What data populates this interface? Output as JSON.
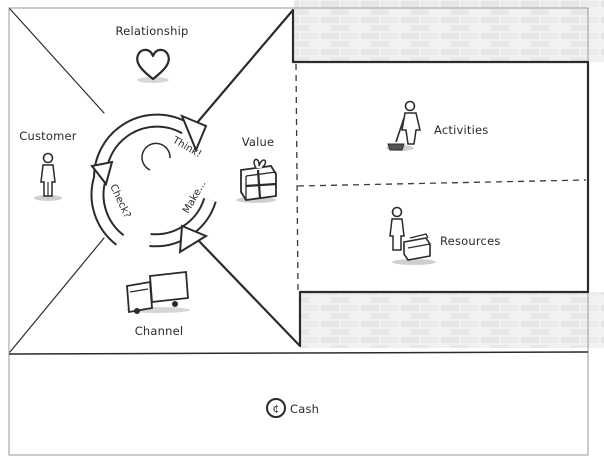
{
  "labels": {
    "relationship": "Relationship",
    "customer": "Customer",
    "value": "Value",
    "activities": "Activities",
    "resources": "Resources",
    "channel": "Channel",
    "cash": "Cash",
    "cash_symbol": "¢"
  },
  "cycle": {
    "think": "Think!",
    "make": "Make...",
    "check": "Check?"
  },
  "icons": {
    "relationship": "heart-icon",
    "customer": "person-icon",
    "value": "gift-icon",
    "activities": "worker-icon",
    "resources": "person-with-box-icon",
    "channel": "truck-icon",
    "cash": "cent-coin-icon",
    "cycle": "cycle-arrows-icon"
  }
}
